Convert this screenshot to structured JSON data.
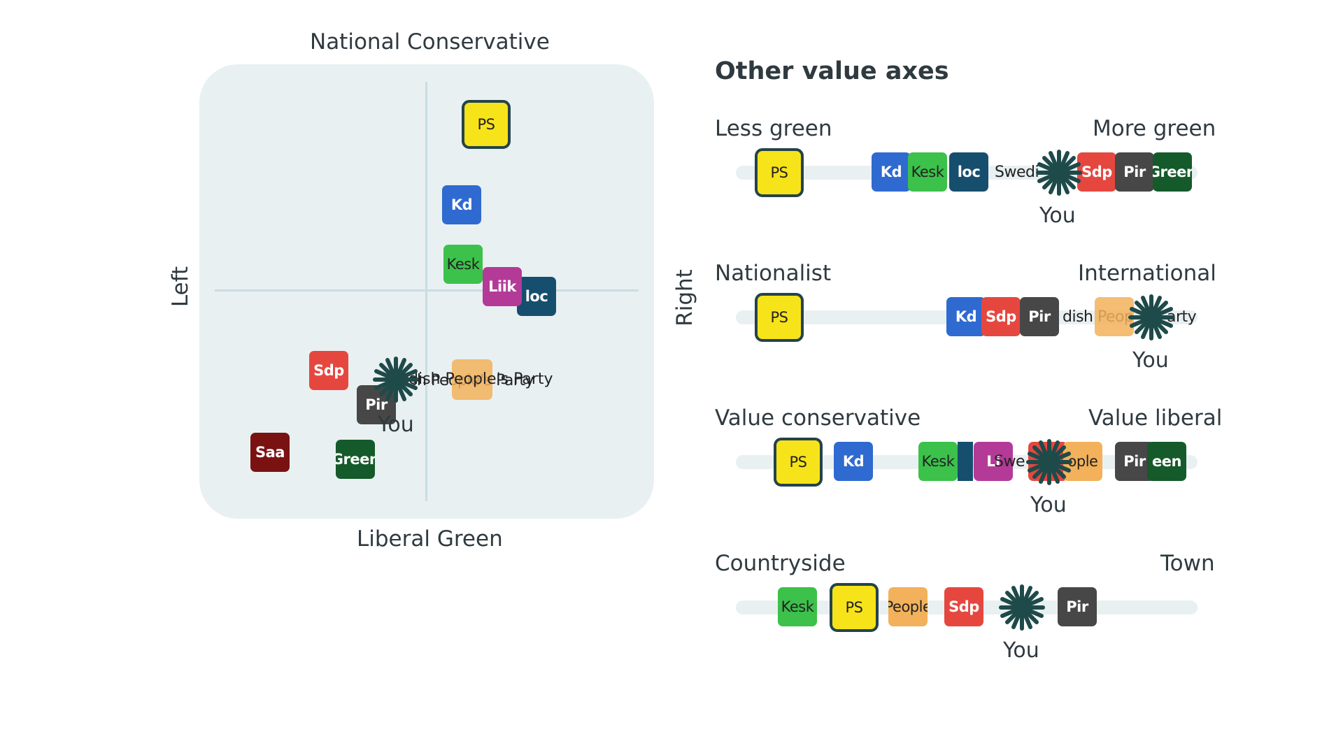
{
  "compass": {
    "top_label": "National Conservative",
    "bottom_label": "Liberal Green",
    "left_label": "Left",
    "right_label": "Right",
    "chips": {
      "ps": "PS",
      "kd": "Kd",
      "kesk": "Kesk",
      "liik": "Liik",
      "loc": "loc",
      "sdp": "Sdp",
      "pir": "Pir",
      "swedish": "dish People's Party",
      "saa": "Saa",
      "green": "Green"
    },
    "you_label": "You"
  },
  "other_axes": {
    "title": "Other value axes",
    "axes": [
      {
        "left": "Less green",
        "right": "More green",
        "chips": [
          "PS",
          "Kd",
          "Kesk",
          "loc",
          "Swedi",
          "Sdp",
          "Pir",
          "Green"
        ],
        "you": "You"
      },
      {
        "left": "Nationalist",
        "right": "International",
        "chips": [
          "PS",
          "Kd",
          "Sdp",
          "Pir",
          "dish Peop",
          "arty"
        ],
        "you": "You"
      },
      {
        "left": "Value conservative",
        "right": "Value liberal",
        "chips": [
          "PS",
          "Kd",
          "Kesk",
          "Li",
          "Swe",
          "ople",
          "Pir",
          "een"
        ],
        "you": "You"
      },
      {
        "left": "Countryside",
        "right": "Town",
        "chips": [
          "Kesk",
          "PS",
          "People",
          "Sdp",
          "Pir"
        ],
        "you": "You"
      }
    ]
  },
  "colors": {
    "ps": "#f7e31a",
    "kd": "#2f6ad0",
    "kesk": "#3cc14b",
    "liik": "#b43a98",
    "loc": "#164e6e",
    "sdp": "#e5473f",
    "pir": "#474747",
    "swedish": "#f2b15a",
    "saa": "#7a1212",
    "green": "#155a2a",
    "star": "#1f4a4a",
    "panel": "#e9f0f2"
  },
  "icons": [
    "you-star-icon"
  ]
}
